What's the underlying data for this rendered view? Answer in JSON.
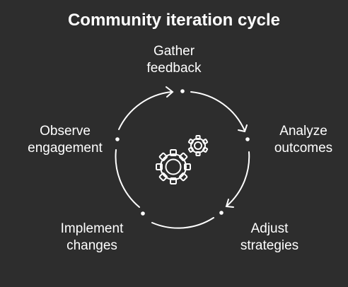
{
  "title": "Community iteration cycle",
  "steps": [
    {
      "id": "gather",
      "line1": "Gather",
      "line2": "feedback"
    },
    {
      "id": "analyze",
      "line1": "Analyze",
      "line2": "outcomes"
    },
    {
      "id": "adjust",
      "line1": "Adjust",
      "line2": "strategies"
    },
    {
      "id": "implement",
      "line1": "Implement",
      "line2": "changes"
    },
    {
      "id": "observe",
      "line1": "Observe",
      "line2": "engagement"
    }
  ],
  "center_icon": "gears-icon",
  "colors": {
    "background": "#2d2d2d",
    "foreground": "#ffffff"
  }
}
